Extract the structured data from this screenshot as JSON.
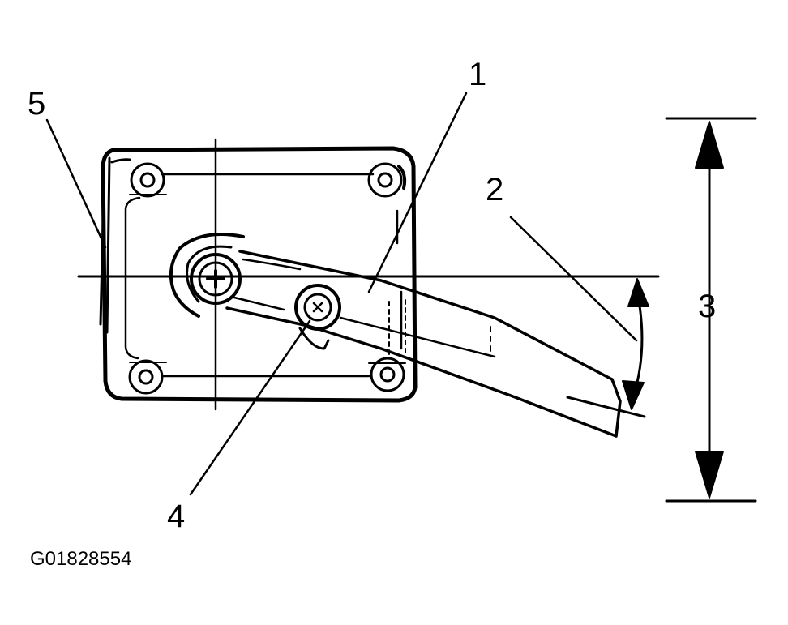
{
  "callouts": {
    "c1": "1",
    "c2": "2",
    "c3": "3",
    "c4": "4",
    "c5": "5"
  },
  "figure_code": "G01828554"
}
